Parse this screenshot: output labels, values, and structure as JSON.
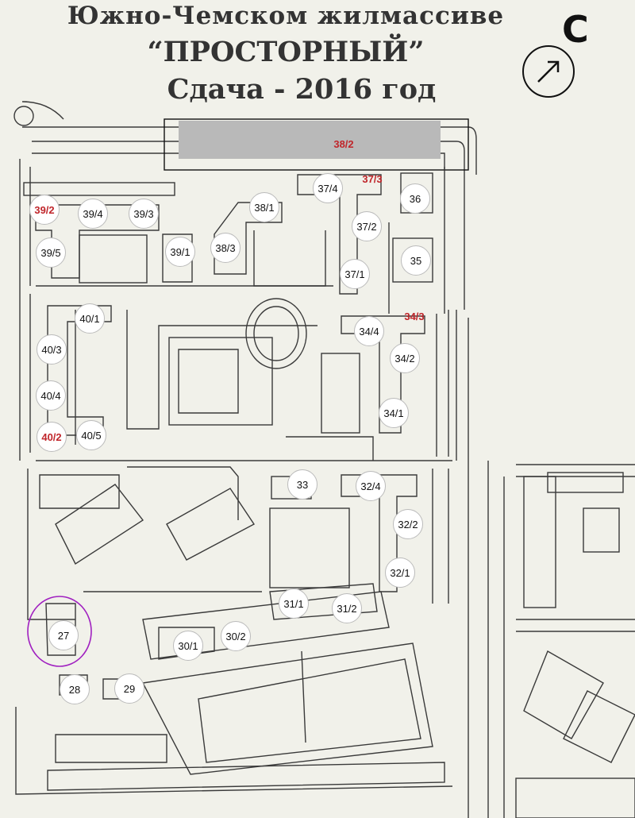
{
  "header": {
    "line1": "Южно-Чемском жилмассиве",
    "line2": "“ПРОСТОРНЫЙ”",
    "line3": "Сдача - 2016 год"
  },
  "compass": {
    "letter": "С",
    "icon": "arrow-northeast-icon"
  },
  "colors": {
    "paper": "#f1f1ea",
    "ink": "#3a3a3a",
    "highlight": "#c0262b",
    "circle_27": "#a020c0",
    "blur": "#b9b9b9"
  },
  "buildings": [
    {
      "id": "38-2",
      "label": "38/2",
      "status": "highlighted"
    },
    {
      "id": "37-3",
      "label": "37/3",
      "status": "highlighted"
    },
    {
      "id": "37-4",
      "label": "37/4",
      "status": "normal"
    },
    {
      "id": "36",
      "label": "36",
      "status": "normal"
    },
    {
      "id": "39-2",
      "label": "39/2",
      "status": "highlighted"
    },
    {
      "id": "39-4",
      "label": "39/4",
      "status": "normal"
    },
    {
      "id": "39-3",
      "label": "39/3",
      "status": "normal"
    },
    {
      "id": "38-1",
      "label": "38/1",
      "status": "normal"
    },
    {
      "id": "37-2",
      "label": "37/2",
      "status": "normal"
    },
    {
      "id": "39-5",
      "label": "39/5",
      "status": "normal"
    },
    {
      "id": "39-1",
      "label": "39/1",
      "status": "normal"
    },
    {
      "id": "38-3",
      "label": "38/3",
      "status": "normal"
    },
    {
      "id": "35",
      "label": "35",
      "status": "normal"
    },
    {
      "id": "37-1",
      "label": "37/1",
      "status": "normal"
    },
    {
      "id": "40-1",
      "label": "40/1",
      "status": "normal"
    },
    {
      "id": "34-3",
      "label": "34/3",
      "status": "highlighted"
    },
    {
      "id": "34-4",
      "label": "34/4",
      "status": "normal"
    },
    {
      "id": "40-3",
      "label": "40/3",
      "status": "normal"
    },
    {
      "id": "34-2",
      "label": "34/2",
      "status": "normal"
    },
    {
      "id": "40-4",
      "label": "40/4",
      "status": "normal"
    },
    {
      "id": "34-1",
      "label": "34/1",
      "status": "normal"
    },
    {
      "id": "40-2",
      "label": "40/2",
      "status": "highlighted"
    },
    {
      "id": "40-5",
      "label": "40/5",
      "status": "normal"
    },
    {
      "id": "33",
      "label": "33",
      "status": "normal"
    },
    {
      "id": "32-4",
      "label": "32/4",
      "status": "normal"
    },
    {
      "id": "32-2",
      "label": "32/2",
      "status": "normal"
    },
    {
      "id": "32-1",
      "label": "32/1",
      "status": "normal"
    },
    {
      "id": "31-1",
      "label": "31/1",
      "status": "normal"
    },
    {
      "id": "31-2",
      "label": "31/2",
      "status": "normal"
    },
    {
      "id": "27",
      "label": "27",
      "status": "circled"
    },
    {
      "id": "30-1",
      "label": "30/1",
      "status": "normal"
    },
    {
      "id": "30-2",
      "label": "30/2",
      "status": "normal"
    },
    {
      "id": "28",
      "label": "28",
      "status": "normal"
    },
    {
      "id": "29",
      "label": "29",
      "status": "normal"
    }
  ]
}
